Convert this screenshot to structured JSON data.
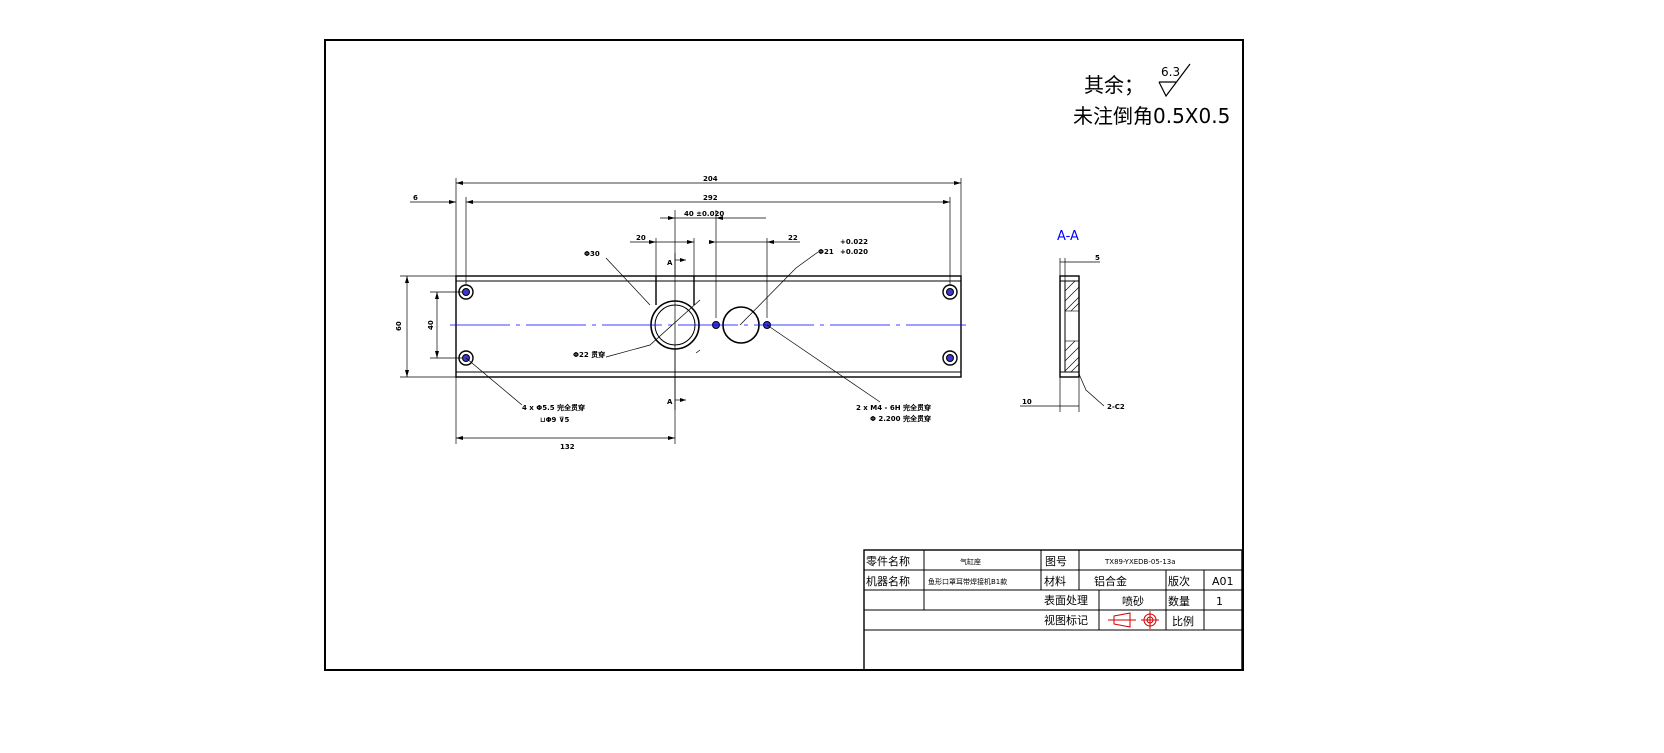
{
  "remarks": {
    "line1": "其余；",
    "roughness": "6.3",
    "line2": "未注倒角0.5X0.5"
  },
  "main_view": {
    "dims": {
      "overall_length": "204",
      "inner_length": "292",
      "left_offset": "6",
      "slot_width": "20",
      "hole_spacing": "40 ±0.020",
      "right_offset": "22",
      "total_height": "60",
      "hole_pitch": "40",
      "bottom_length": "132"
    },
    "callouts": {
      "phi30": "Φ30",
      "phi21": "Φ21",
      "tol_upper": "+0.022",
      "tol_lower": "+0.020",
      "phi22": "Φ22 贯穿",
      "holes4_line1": "4 x Φ5.5 完全贯穿",
      "holes4_line2": "⊔Φ9 ⊽5",
      "thread_line1": "2 x M4 - 6H 完全贯穿",
      "thread_line2": "Φ 2.200 完全贯穿",
      "section_mark": "A"
    }
  },
  "section_view": {
    "title": "A-A",
    "dim_top": "5",
    "dim_bottom": "10",
    "chamfer": "2-C2"
  },
  "title_block": {
    "part_name_label": "零件名称",
    "part_name_value": "气缸座",
    "drawing_no_label": "图号",
    "drawing_no_value": "TX89-YXEDB-05-13a",
    "machine_label": "机器名称",
    "machine_value": "鱼形口罩耳带焊接机B1款",
    "material_label": "材料",
    "material_value": "铝合金",
    "version_label": "版次",
    "version_value": "A01",
    "surface_label": "表面处理",
    "surface_value": "喷砂",
    "qty_label": "数量",
    "qty_value": "1",
    "view_label": "视图标记",
    "scale_label": "比例"
  },
  "colors": {
    "line": "#000000",
    "centerline": "#0000ff",
    "section_title": "#0000ff",
    "hole_fill": "#3a3ad0"
  }
}
